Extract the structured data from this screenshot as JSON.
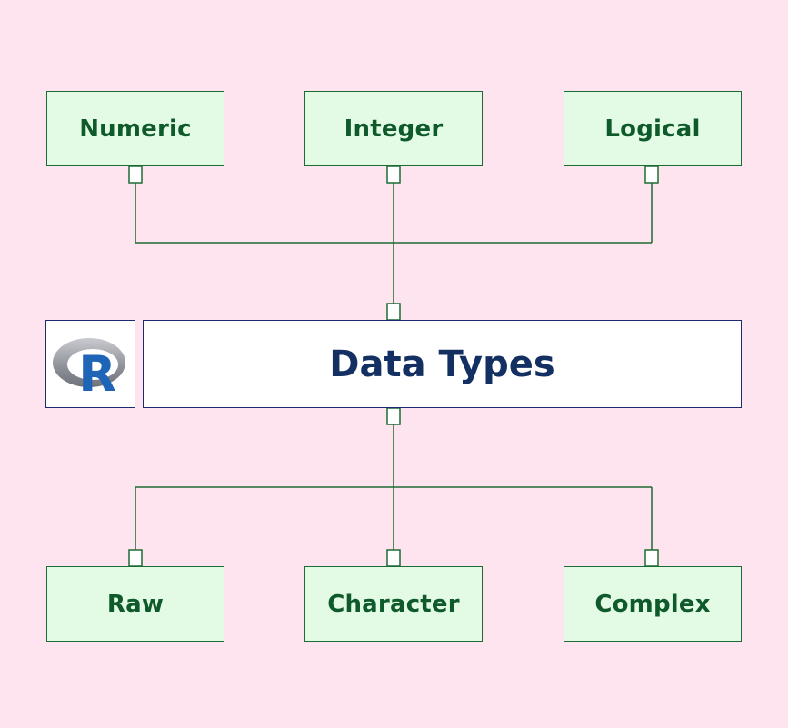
{
  "diagram": {
    "title": "Data Types",
    "logo_icon": "r-logo",
    "logo_text": "R",
    "top_types": [
      "Numeric",
      "Integer",
      "Logical"
    ],
    "bottom_types": [
      "Raw",
      "Character",
      "Complex"
    ]
  },
  "colors": {
    "background": "#fde4ee",
    "box_fill": "#e3fbe4",
    "box_border": "#1d6b34",
    "box_text": "#0e5a2a",
    "title_text": "#143063",
    "title_border": "#1e2a6e",
    "r_blue": "#1f65b7",
    "r_ring": "#9a9ca3"
  }
}
